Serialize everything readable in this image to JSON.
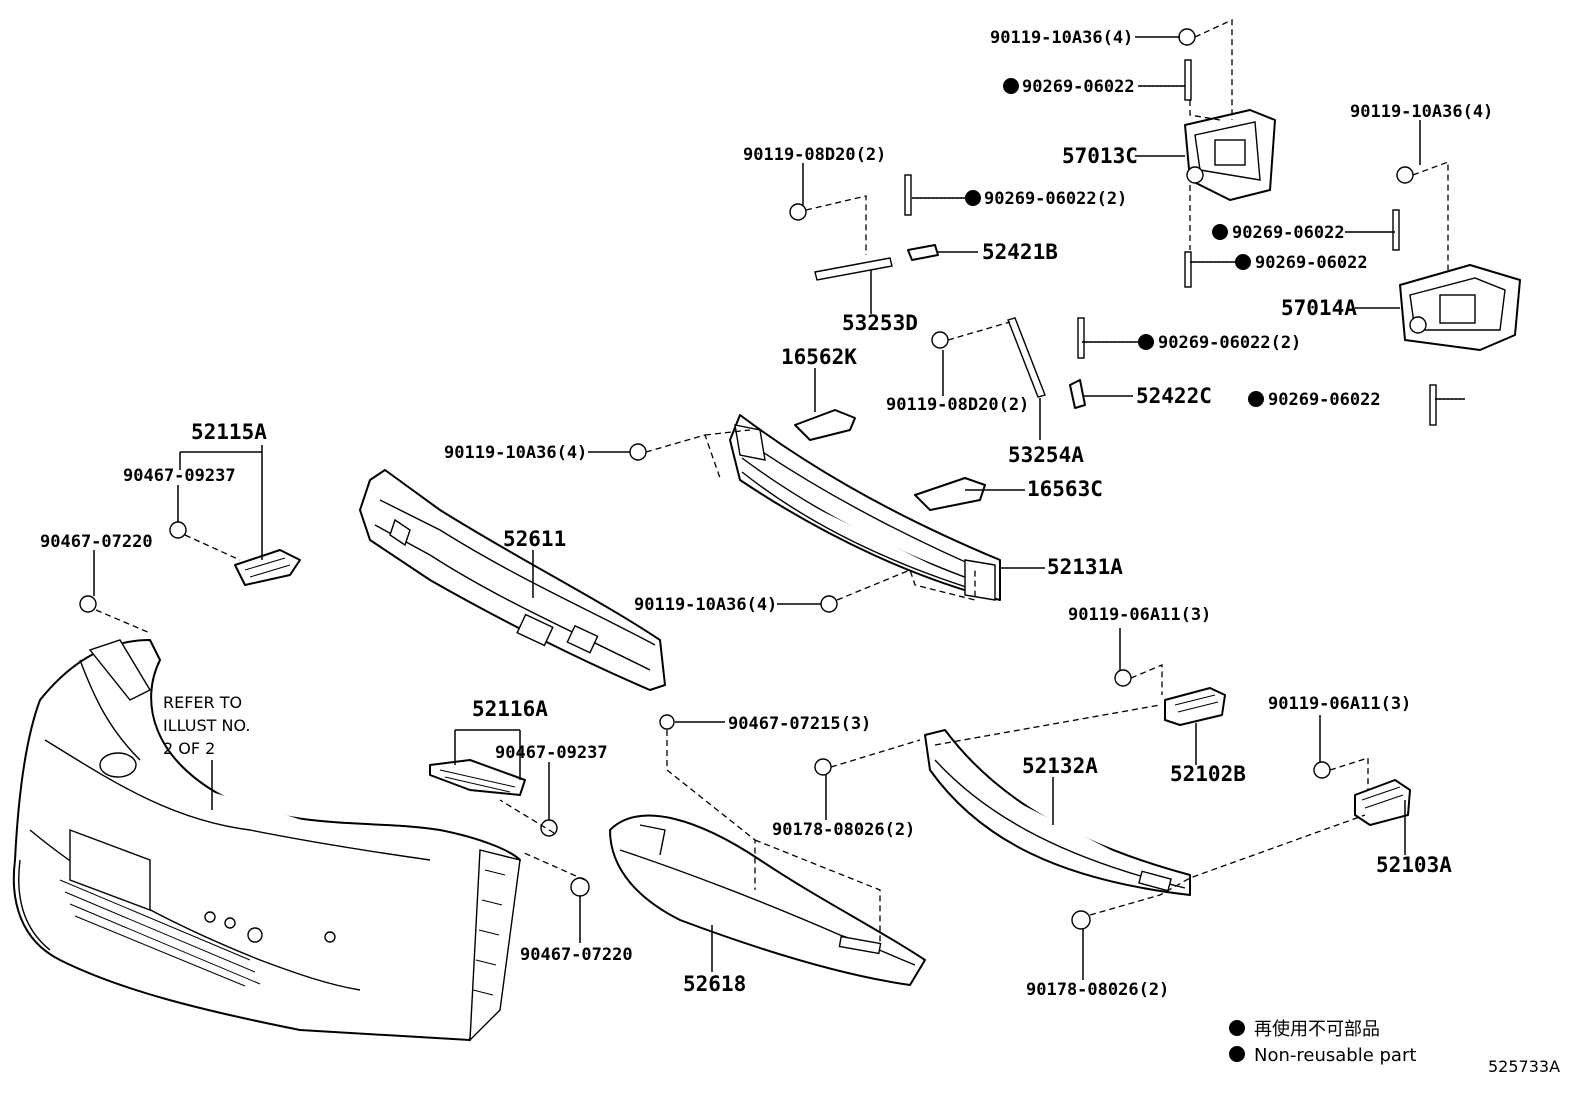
{
  "labels": {
    "p90119_10A36_4_top": "90119-10A36(4)",
    "p90269_06022_a": "90269-06022",
    "p57013C": "57013C",
    "p90119_10A36_4_right": "90119-10A36(4)",
    "p90119_08D20_2_a": "90119-08D20(2)",
    "p90269_06022_2_a": "90269-06022(2)",
    "p52421B": "52421B",
    "p90269_06022_b": "90269-06022",
    "p90269_06022_c": "90269-06022",
    "p57014A": "57014A",
    "p53253D": "53253D",
    "p16562K": "16562K",
    "p90269_06022_2_b": "90269-06022(2)",
    "p90119_08D20_2_b": "90119-08D20(2)",
    "p52422C": "52422C",
    "p90269_06022_d": "90269-06022",
    "p52115A": "52115A",
    "p90119_10A36_4_mid": "90119-10A36(4)",
    "p53254A": "53254A",
    "p90467_09237_a": "90467-09237",
    "p16563C": "16563C",
    "p90467_07220_a": "90467-07220",
    "p52611": "52611",
    "p52131A": "52131A",
    "p90119_10A36_4_low": "90119-10A36(4)",
    "p90119_06A11_3_a": "90119-06A11(3)",
    "p52116A": "52116A",
    "p90467_07215_3": "90467-07215(3)",
    "p90119_06A11_3_b": "90119-06A11(3)",
    "p90467_09237_b": "90467-09237",
    "p52132A": "52132A",
    "p52102B": "52102B",
    "p90178_08026_2_a": "90178-08026(2)",
    "p52103A": "52103A",
    "p90467_07220_b": "90467-07220",
    "p52618": "52618",
    "p90178_08026_2_b": "90178-08026(2)"
  },
  "refer_note": {
    "line1": "REFER TO",
    "line2": "ILLUST NO.",
    "line3": "2 OF 2"
  },
  "legend": {
    "jp": "再使用不可部品",
    "en": "Non-reusable part"
  },
  "illustration_id": "525733A"
}
